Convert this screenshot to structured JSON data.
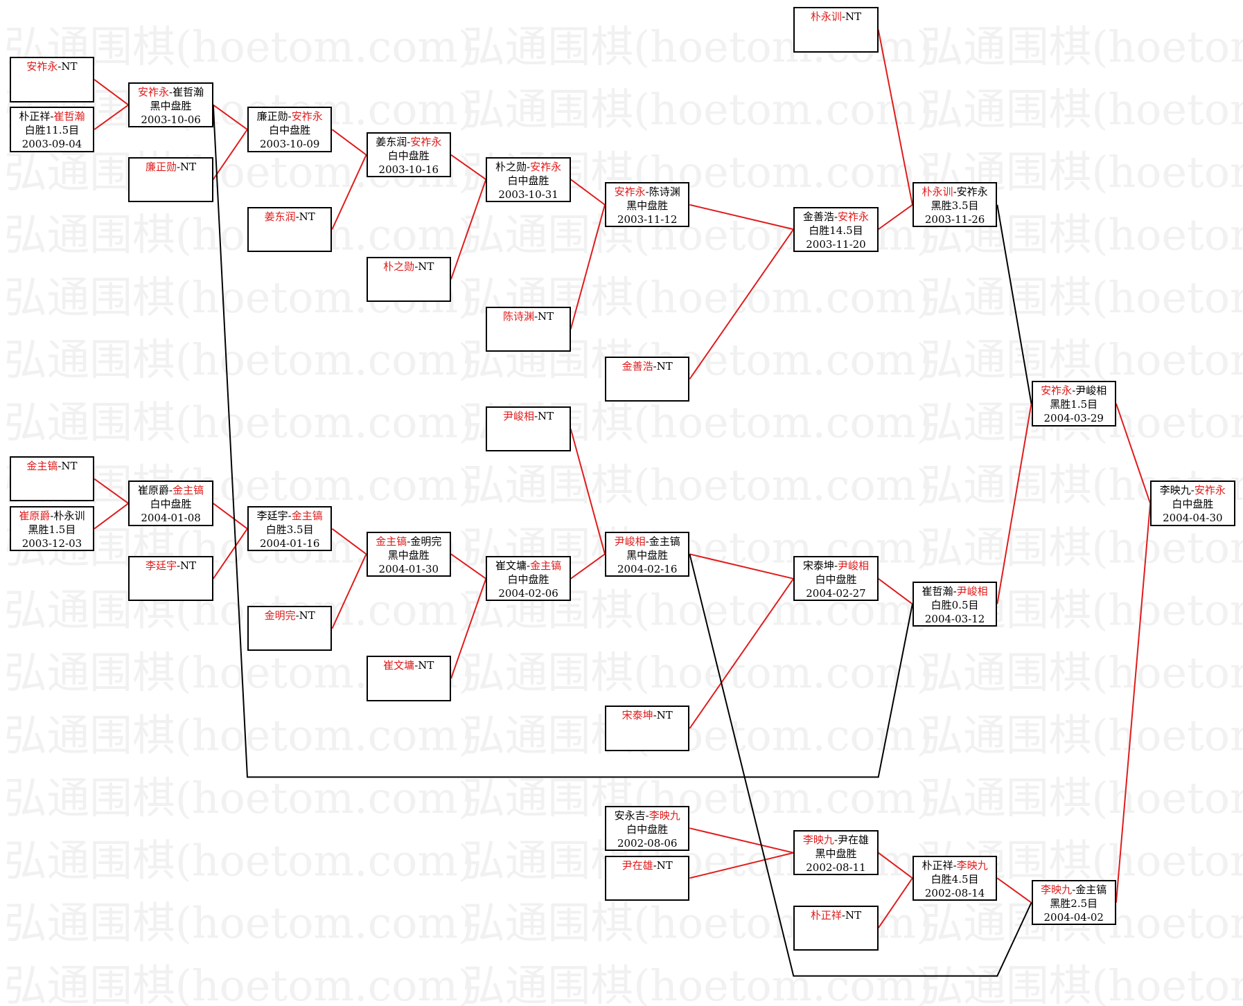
{
  "watermark_text": "弘通围棋(hoetom.com)",
  "colors": {
    "win_line": "#e01b1b",
    "lose_line": "#000000",
    "winner_text": "#e01b1b"
  },
  "nodes": {
    "c0_0": {
      "p1": "安祚永",
      "p2": "NT",
      "winner": 1,
      "result": "",
      "date": ""
    },
    "c0_1": {
      "p1": "朴正祥",
      "p2": "崔哲瀚",
      "winner": 2,
      "result": "白胜11.5目",
      "date": "2003-09-04"
    },
    "c0_2": {
      "p1": "金主镐",
      "p2": "NT",
      "winner": 1,
      "result": "",
      "date": ""
    },
    "c0_3": {
      "p1": "崔原爵",
      "p2": "朴永训",
      "winner": 1,
      "result": "黑胜1.5目",
      "date": "2003-12-03"
    },
    "c1_0": {
      "p1": "安祚永",
      "p2": "崔哲瀚",
      "winner": 1,
      "result": "黑中盘胜",
      "date": "2003-10-06"
    },
    "c1_1": {
      "p1": "廉正勋",
      "p2": "NT",
      "winner": 1,
      "result": "",
      "date": ""
    },
    "c1_2": {
      "p1": "崔原爵",
      "p2": "金主镐",
      "winner": 2,
      "result": "白中盘胜",
      "date": "2004-01-08"
    },
    "c1_3": {
      "p1": "李廷宇",
      "p2": "NT",
      "winner": 1,
      "result": "",
      "date": ""
    },
    "c2_0": {
      "p1": "廉正勋",
      "p2": "安祚永",
      "winner": 2,
      "result": "白中盘胜",
      "date": "2003-10-09"
    },
    "c2_1": {
      "p1": "姜东润",
      "p2": "NT",
      "winner": 1,
      "result": "",
      "date": ""
    },
    "c2_2": {
      "p1": "李廷宇",
      "p2": "金主镐",
      "winner": 2,
      "result": "白胜3.5目",
      "date": "2004-01-16"
    },
    "c2_3": {
      "p1": "金明完",
      "p2": "NT",
      "winner": 1,
      "result": "",
      "date": ""
    },
    "c3_0": {
      "p1": "姜东润",
      "p2": "安祚永",
      "winner": 2,
      "result": "白中盘胜",
      "date": "2003-10-16"
    },
    "c3_1": {
      "p1": "朴之勋",
      "p2": "NT",
      "winner": 1,
      "result": "",
      "date": ""
    },
    "c3_2": {
      "p1": "金主镐",
      "p2": "金明完",
      "winner": 1,
      "result": "黑中盘胜",
      "date": "2004-01-30"
    },
    "c3_3": {
      "p1": "崔文墉",
      "p2": "NT",
      "winner": 1,
      "result": "",
      "date": ""
    },
    "c4_0": {
      "p1": "朴之勋",
      "p2": "安祚永",
      "winner": 2,
      "result": "白中盘胜",
      "date": "2003-10-31"
    },
    "c4_1": {
      "p1": "陈诗渊",
      "p2": "NT",
      "winner": 1,
      "result": "",
      "date": ""
    },
    "c4_2": {
      "p1": "尹峻相",
      "p2": "NT",
      "winner": 1,
      "result": "",
      "date": ""
    },
    "c4_3": {
      "p1": "崔文墉",
      "p2": "金主镐",
      "winner": 2,
      "result": "白中盘胜",
      "date": "2004-02-06"
    },
    "c5_0": {
      "p1": "安祚永",
      "p2": "陈诗渊",
      "winner": 1,
      "result": "黑中盘胜",
      "date": "2003-11-12"
    },
    "c5_1": {
      "p1": "金善浩",
      "p2": "NT",
      "winner": 1,
      "result": "",
      "date": ""
    },
    "c5_2": {
      "p1": "尹峻相",
      "p2": "金主镐",
      "winner": 1,
      "result": "黑中盘胜",
      "date": "2004-02-16"
    },
    "c5_3": {
      "p1": "宋泰坤",
      "p2": "NT",
      "winner": 1,
      "result": "",
      "date": ""
    },
    "c5_4": {
      "p1": "安永吉",
      "p2": "李映九",
      "winner": 2,
      "result": "白中盘胜",
      "date": "2002-08-06"
    },
    "c5_5": {
      "p1": "尹在雄",
      "p2": "NT",
      "winner": 1,
      "result": "",
      "date": ""
    },
    "c6_0": {
      "p1": "朴永训",
      "p2": "NT",
      "winner": 1,
      "result": "",
      "date": ""
    },
    "c6_1": {
      "p1": "金善浩",
      "p2": "安祚永",
      "winner": 2,
      "result": "白胜14.5目",
      "date": "2003-11-20"
    },
    "c6_2": {
      "p1": "宋泰坤",
      "p2": "尹峻相",
      "winner": 2,
      "result": "白中盘胜",
      "date": "2004-02-27"
    },
    "c6_3": {
      "p1": "李映九",
      "p2": "尹在雄",
      "winner": 1,
      "result": "黑中盘胜",
      "date": "2002-08-11"
    },
    "c6_4": {
      "p1": "朴正祥",
      "p2": "NT",
      "winner": 1,
      "result": "",
      "date": ""
    },
    "c7_0": {
      "p1": "朴永训",
      "p2": "安祚永",
      "winner": 1,
      "result": "黑胜3.5目",
      "date": "2003-11-26"
    },
    "c7_1": {
      "p1": "崔哲瀚",
      "p2": "尹峻相",
      "winner": 2,
      "result": "白胜0.5目",
      "date": "2004-03-12"
    },
    "c7_2": {
      "p1": "朴正祥",
      "p2": "李映九",
      "winner": 2,
      "result": "白胜4.5目",
      "date": "2002-08-14"
    },
    "c8_0": {
      "p1": "安祚永",
      "p2": "尹峻相",
      "winner": 1,
      "result": "黑胜1.5目",
      "date": "2004-03-29"
    },
    "c8_1": {
      "p1": "李映九",
      "p2": "金主镐",
      "winner": 1,
      "result": "黑胜2.5目",
      "date": "2004-04-02"
    },
    "c9_0": {
      "p1": "李映九",
      "p2": "安祚永",
      "winner": 2,
      "result": "白中盘胜",
      "date": "2004-04-30"
    }
  }
}
